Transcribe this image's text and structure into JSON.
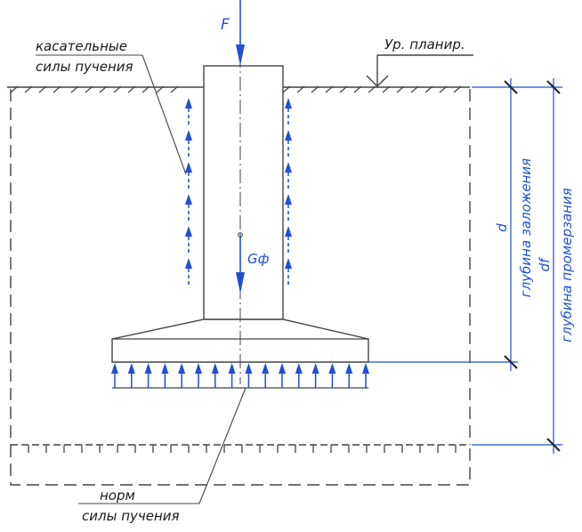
{
  "labels": {
    "force": "F",
    "weight": "Gф",
    "ground_level": "Ур. планир.",
    "tangential_line1": "касательные",
    "tangential_line2": "силы пучения",
    "normal_line1": "норм",
    "normal_line2": "силы пучения",
    "depth_symbol": "d",
    "depth_text": "глубина заложения",
    "frost_symbol": "df",
    "frost_text": "глубина промерзания"
  },
  "colors": {
    "line": "#444444",
    "blue": "#1f4fd6",
    "text": "#1a1a1a"
  },
  "counts": {
    "normal_arrows": 16,
    "tangential_arrows_per_side": 6
  }
}
